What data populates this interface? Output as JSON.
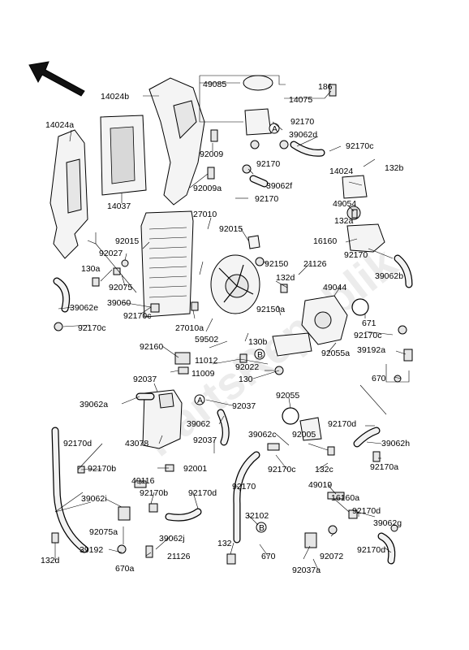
{
  "watermark": "PartsRepublik",
  "callouts": [
    "A",
    "B"
  ],
  "labels": {
    "p49085": "49085",
    "p186": "186",
    "p14075": "14075",
    "p14024b": "14024b",
    "p92170_a": "92170",
    "p39062d": "39062d",
    "p92170c_a": "92170c",
    "p132b": "132b",
    "p14024a": "14024a",
    "p92009": "92009",
    "p92170_b": "92170",
    "p14024": "14024",
    "p39062f": "39062f",
    "p14037": "14037",
    "p92009a": "92009a",
    "p92170_c": "92170",
    "p49054": "49054",
    "p27010": "27010",
    "p132a": "132a",
    "p92015_a": "92015",
    "p92015_b": "92015",
    "p16160": "16160",
    "p92027": "92027",
    "p92170_d": "92170",
    "p130a": "130a",
    "p92150": "92150",
    "p21126_a": "21126",
    "p39062b": "39062b",
    "p92075": "92075",
    "p132d_a": "132d",
    "p49044": "49044",
    "p39060": "39060",
    "p39062e": "39062e",
    "p92150a": "92150a",
    "p671": "671",
    "p92170c_b": "92170c",
    "p92170c_c": "92170c",
    "p27010a": "27010a",
    "p59502": "59502",
    "p130b": "130b",
    "p92170c_d": "92170c",
    "p92160": "92160",
    "p11012": "11012",
    "p92055a": "92055a",
    "p39192a": "39192a",
    "p11009": "11009",
    "p92022": "92022",
    "p670_a": "670",
    "p130": "130",
    "p92037_a": "92037",
    "p39062a": "39062a",
    "p92037_b": "92037",
    "p92055": "92055",
    "p39062": "39062",
    "p92170d_a": "92170d",
    "p43078": "43078",
    "p92037_c": "92037",
    "p39062c": "39062c",
    "p92005": "92005",
    "p39062h": "39062h",
    "p92170d_b": "92170d",
    "p92170c_e": "92170c",
    "p132c": "132c",
    "p92001": "92001",
    "p92170b_a": "92170b",
    "p92170a": "92170a",
    "p49116": "49116",
    "p92170_e": "92170",
    "p49019": "49019",
    "p39062i": "39062i",
    "p92170b_b": "92170b",
    "p92170d_c": "92170d",
    "p16160a": "16160a",
    "p32102": "32102",
    "p92170d_d": "92170d",
    "p92075a": "92075a",
    "p39062j": "39062j",
    "p39062g": "39062g",
    "p132_a": "132",
    "p670_b": "670",
    "p92072": "92072",
    "p92170d_e": "92170d",
    "p132d_b": "132d",
    "p39192": "39192",
    "p670a": "670a",
    "p21126_b": "21126",
    "p92037a": "92037a"
  },
  "colors": {
    "line": "#000000",
    "background": "#ffffff",
    "part_fill": "#f4f4f4"
  }
}
